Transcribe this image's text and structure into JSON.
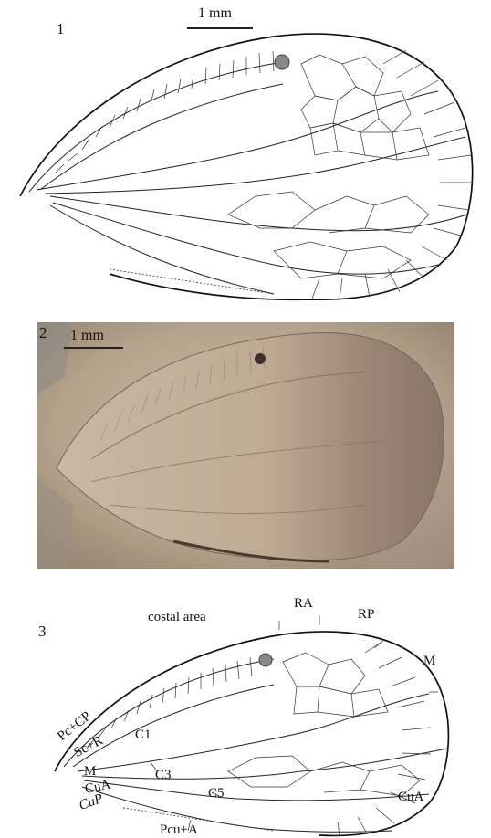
{
  "panels": [
    {
      "number": "1",
      "scale": "1 mm"
    },
    {
      "number": "2",
      "scale": "1 mm"
    },
    {
      "number": "3"
    }
  ],
  "labels": {
    "costal_area": "costal area",
    "ra": "RA",
    "rp": "RP",
    "m_top": "M",
    "pc_cp": "Pc+CP",
    "c1": "C1",
    "sc_r": "Sc+R",
    "m_left": "M",
    "c3": "C3",
    "cua_left": "CuA",
    "cup": "CuP",
    "c5": "C5",
    "cua_right": "CuA",
    "pcu_a": "Pcu+A"
  }
}
